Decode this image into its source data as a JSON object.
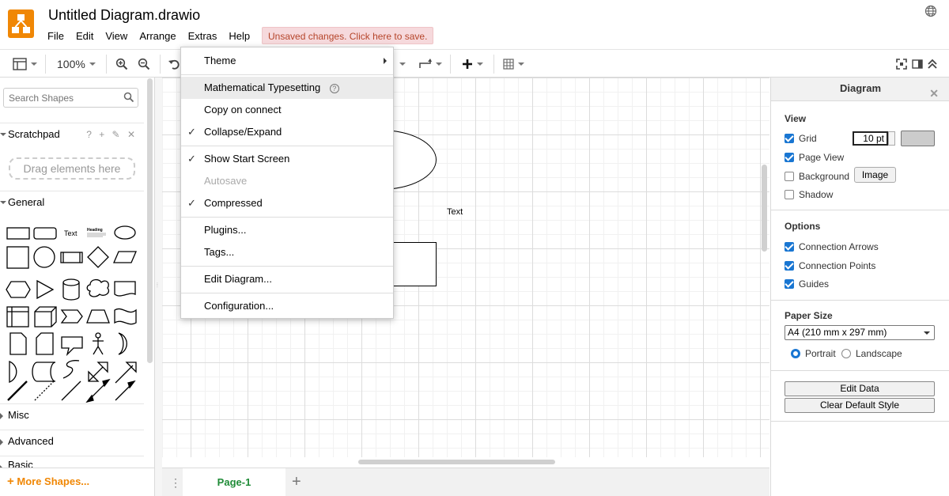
{
  "app": {
    "title": "Untitled Diagram.drawio",
    "unsaved_notice": "Unsaved changes. Click here to save."
  },
  "menubar": [
    "File",
    "Edit",
    "View",
    "Arrange",
    "Extras",
    "Help"
  ],
  "toolbar": {
    "zoom": "100%"
  },
  "sidebar": {
    "search_placeholder": "Search Shapes",
    "scratchpad": "Scratchpad",
    "drag_hint": "Drag elements here",
    "general": "General",
    "misc": "Misc",
    "advanced": "Advanced",
    "basic": "Basic",
    "more_shapes": "More Shapes...",
    "shape_text": "Text",
    "shape_heading": "Heading"
  },
  "canvas": {
    "text_label": "Text"
  },
  "pages": {
    "current": "Page-1"
  },
  "extras_menu": {
    "items": [
      {
        "label": "Theme",
        "submenu": true
      },
      {
        "label": "Mathematical Typesetting",
        "help": "?"
      },
      {
        "label": "Copy on connect"
      },
      {
        "label": "Collapse/Expand",
        "checked": true
      },
      {
        "label": "Show Start Screen",
        "checked": true
      },
      {
        "label": "Autosave",
        "disabled": true
      },
      {
        "label": "Compressed",
        "checked": true
      },
      {
        "label": "Plugins..."
      },
      {
        "label": "Tags..."
      },
      {
        "label": "Edit Diagram..."
      },
      {
        "label": "Configuration..."
      }
    ],
    "check_glyph": "✓"
  },
  "format_panel": {
    "title": "Diagram",
    "view": {
      "title": "View",
      "grid": "Grid",
      "grid_size": "10 pt",
      "page_view": "Page View",
      "background": "Background",
      "image_button": "Image",
      "shadow": "Shadow"
    },
    "options": {
      "title": "Options",
      "connection_arrows": "Connection Arrows",
      "connection_points": "Connection Points",
      "guides": "Guides"
    },
    "paper": {
      "title": "Paper Size",
      "size": "A4 (210 mm x 297 mm)",
      "portrait": "Portrait",
      "landscape": "Landscape"
    },
    "buttons": {
      "edit_data": "Edit Data",
      "clear_default_style": "Clear Default Style"
    }
  },
  "colors": {
    "brand": "#f08705",
    "accent": "#1976d2",
    "page_tab": "#1f8b37",
    "unsaved_bg": "#f6d9dc",
    "unsaved_text": "#b5452a"
  }
}
